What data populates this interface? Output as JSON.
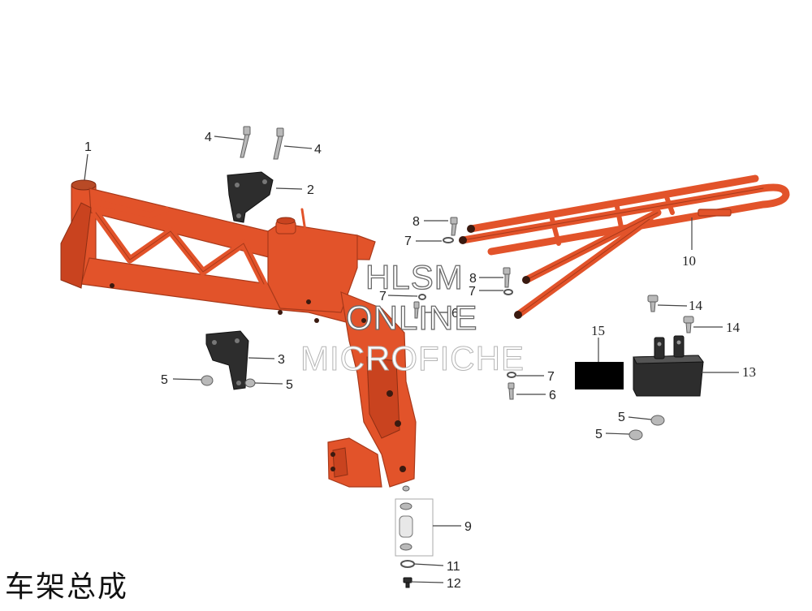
{
  "diagram": {
    "title": "车架总成",
    "watermark": [
      "HLSM",
      "ONLINE",
      "MICROFICHE"
    ],
    "callouts": {
      "c1": "1",
      "c2": "2",
      "c3": "3",
      "c4a": "4",
      "c4b": "4",
      "c5a": "5",
      "c5b": "5",
      "c5c": "5",
      "c5d": "5",
      "c6a": "6",
      "c6b": "6",
      "c7a": "7",
      "c7b": "7",
      "c7c": "7",
      "c7d": "7",
      "c8a": "8",
      "c8b": "8",
      "c9": "9",
      "c10": "10",
      "c11": "11",
      "c12": "12",
      "c13": "13",
      "c14a": "14",
      "c14b": "14",
      "c15": "15"
    },
    "colors": {
      "frame": "#e2532a",
      "frame_dark": "#a8391a",
      "hardware": "#b9b9b9",
      "battery_box": "#2d2d2d"
    }
  }
}
